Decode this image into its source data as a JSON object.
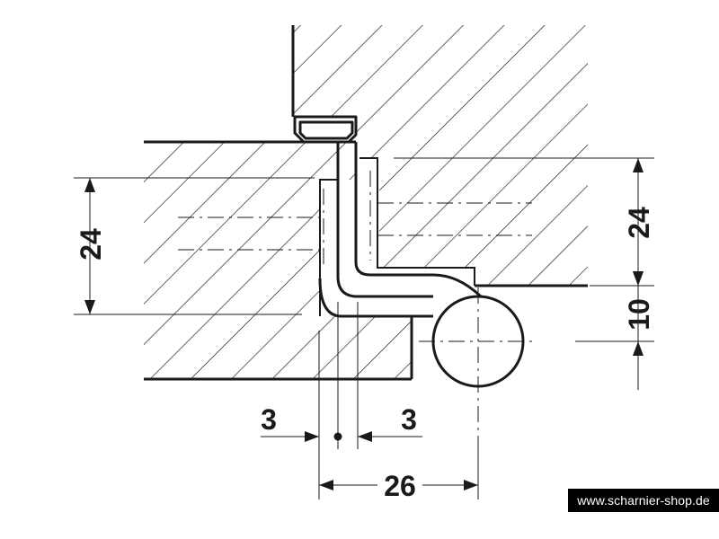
{
  "dimensions": {
    "left_vertical": "24",
    "right_vertical": "24",
    "right_lower_vertical": "10",
    "gap_left": "3",
    "gap_right": "3",
    "overall_width": "26"
  },
  "watermark": "www.scharnier-shop.de"
}
